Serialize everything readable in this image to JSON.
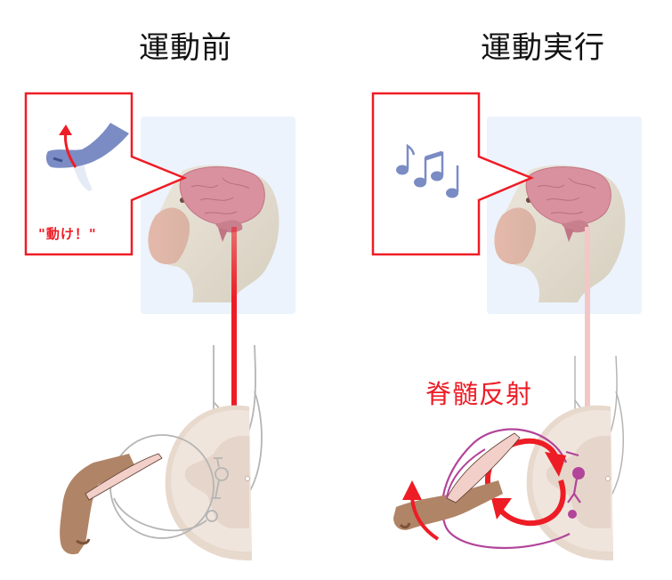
{
  "panels": {
    "left": {
      "title": "運動前",
      "bubble_text": "\"動け！\"",
      "bubble_icon": "raised-hand-icon",
      "descending_signal": "strong"
    },
    "right": {
      "title": "運動実行",
      "bubble_icon": "music-notes-icon",
      "descending_signal": "faint",
      "reflex_label": "脊髄反射"
    }
  },
  "colors": {
    "accent_red": "#ee1c25",
    "bubble_border": "#ee1c25",
    "head_panel_bg": "#ecf3fc",
    "brain": "#d9919f",
    "spinal_cord": "#efe2d8",
    "neuron_gray": "#b5b5b5",
    "reflex_purple": "#b2449a",
    "hand_icon_blue": "#7b8cc4",
    "skin": "#b08466"
  }
}
